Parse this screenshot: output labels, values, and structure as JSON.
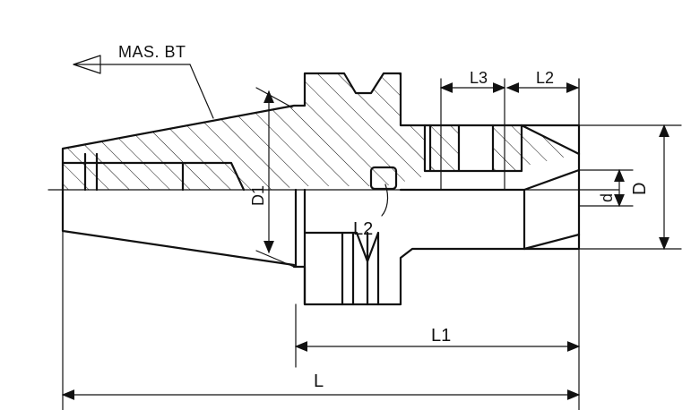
{
  "labels": {
    "mas_bt": "MAS. BT",
    "L3": "L3",
    "L2_top": "L2",
    "L2_center": "L2",
    "L1": "L1",
    "L": "L",
    "D": "D",
    "d": "d",
    "D1": "D1"
  }
}
